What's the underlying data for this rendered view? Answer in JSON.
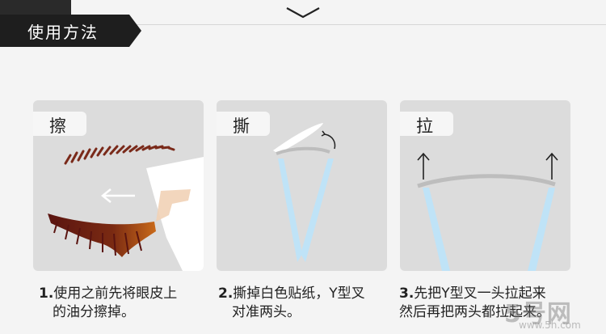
{
  "header": {
    "section_title": "使用方法",
    "collapse_icon": "chevron-down-icon"
  },
  "cards": [
    {
      "tag": "擦"
    },
    {
      "tag": "撕"
    },
    {
      "tag": "拉"
    }
  ],
  "steps": [
    {
      "number": "1.",
      "line1": "使用之前先将眼皮上",
      "line2": "的油分擦掉。"
    },
    {
      "number": "2.",
      "line1": "撕掉白色贴纸，Y型叉",
      "line2": "对准两头。"
    },
    {
      "number": "3.",
      "line1": "先把Y型叉一头拉起来",
      "line2": "然后再把两头都拉起来。"
    }
  ],
  "watermark": {
    "big": "5号网",
    "small": "www.5h.com"
  },
  "colors": {
    "banner": "#1e1e1e",
    "card": "#dcdcdc",
    "tape_blue": "#bfe3f7",
    "brow": "#7a2a1a",
    "lash": "#6a1a10"
  }
}
